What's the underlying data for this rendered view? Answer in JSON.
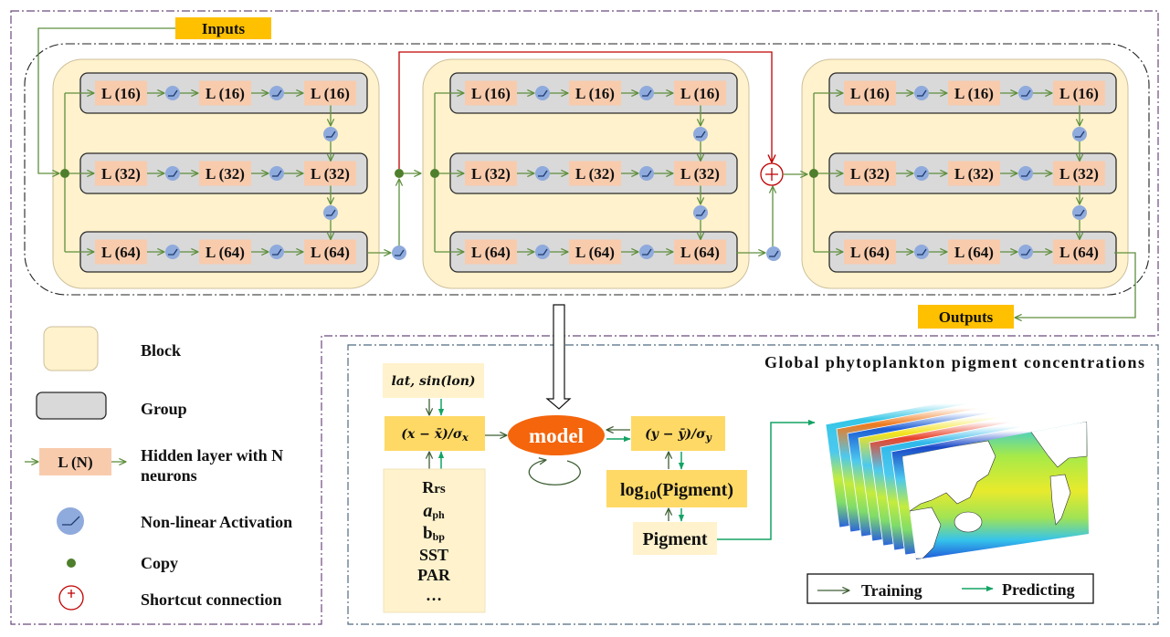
{
  "colors": {
    "block_fill": "#fff2cc",
    "group_fill": "#d9d9d9",
    "layer_fill": "#f8cbad",
    "activation_fill": "#8faadc",
    "copy_dot": "#4e7f2c",
    "flow_line": "#5f8f3e",
    "shortcut": "#c00000",
    "io_fill": "#ffc000",
    "norm_fill": "#ffd966",
    "light_fill": "#fff2cc",
    "model_fill": "#f4650c",
    "training_arrow": "#3e5f34",
    "predicting_arrow": "#14a364"
  },
  "diagram": {
    "inputs_label": "Inputs",
    "outputs_label": "Outputs",
    "shortcut_symbol": "+",
    "blocks": [
      {
        "groups": [
          {
            "layers": [
              "L (16)",
              "L (16)",
              "L (16)"
            ]
          },
          {
            "layers": [
              "L (32)",
              "L (32)",
              "L (32)"
            ]
          },
          {
            "layers": [
              "L (64)",
              "L (64)",
              "L (64)"
            ]
          }
        ]
      },
      {
        "groups": [
          {
            "layers": [
              "L (16)",
              "L (16)",
              "L (16)"
            ]
          },
          {
            "layers": [
              "L (32)",
              "L (32)",
              "L (32)"
            ]
          },
          {
            "layers": [
              "L (64)",
              "L (64)",
              "L (64)"
            ]
          }
        ]
      },
      {
        "groups": [
          {
            "layers": [
              "L (16)",
              "L (16)",
              "L (16)"
            ]
          },
          {
            "layers": [
              "L (32)",
              "L (32)",
              "L (32)"
            ]
          },
          {
            "layers": [
              "L (64)",
              "L (64)",
              "L (64)"
            ]
          }
        ]
      }
    ]
  },
  "legend": {
    "block": "Block",
    "group": "Group",
    "hidden_layer": {
      "sample": "L (N)",
      "line1": "Hidden layer with N",
      "line2": "neurons"
    },
    "activation": "Non-linear Activation",
    "copy": "Copy",
    "shortcut": {
      "symbol": "+",
      "label": "Shortcut connection"
    }
  },
  "workflow": {
    "geo_inputs": "lat, sin(lon)",
    "normalize_x": {
      "main": "(x − x̄)/σ",
      "sub": "x"
    },
    "model_label": "model",
    "normalize_y": {
      "main": "(y − ȳ)/σ",
      "sub": "y"
    },
    "log_pigment": {
      "pre": "log",
      "sub": "10",
      "post": "(Pigment)"
    },
    "pigment_label": "Pigment",
    "features": [
      {
        "base": "R",
        "small": "rs"
      },
      {
        "base": "a",
        "small": "ph"
      },
      {
        "base": "b",
        "small": "bp"
      },
      {
        "base": "SST"
      },
      {
        "base": "PAR"
      },
      {
        "base": "…"
      }
    ],
    "map_title": "Global phytoplankton pigment concentrations",
    "flow_legend": {
      "training": "Training",
      "predicting": "Predicting"
    }
  }
}
